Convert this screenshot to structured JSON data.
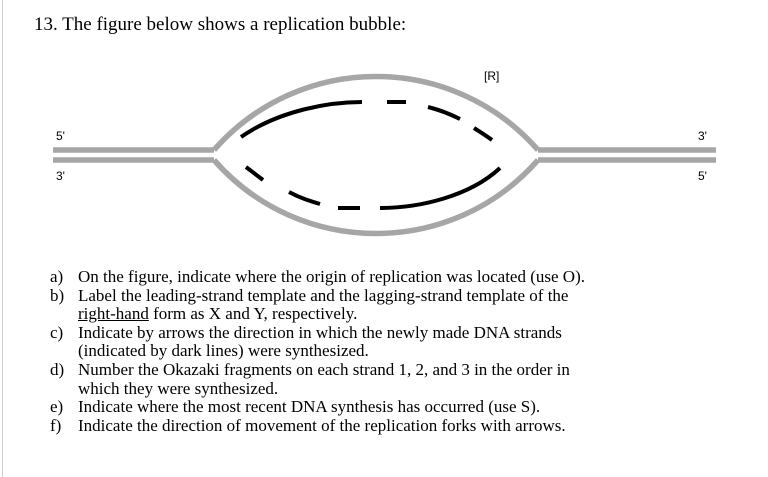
{
  "question": {
    "title": "13. The figure below shows a replication bubble:"
  },
  "figure": {
    "label_top": "[R]",
    "left_top_strand_end": "5'",
    "left_bottom_strand_end": "3'",
    "right_top_strand_end": "3'",
    "right_bottom_strand_end": "5'",
    "template_color": "#a6a6a6",
    "new_strand_color": "#000000"
  },
  "parts": {
    "a": {
      "letter": "a)",
      "line1": "On the figure, indicate where the origin of replication was located (use O)."
    },
    "b": {
      "letter": "b)",
      "line1": "Label the leading-strand template and the lagging-strand template of the",
      "line2_underlined": "right-hand",
      "line2_rest": " form as X and Y, respectively."
    },
    "c": {
      "letter": "c)",
      "line1": "Indicate by arrows the direction in which the newly made DNA strands",
      "line2": "(indicated by dark lines) were synthesized."
    },
    "d": {
      "letter": "d)",
      "line1": "Number the Okazaki fragments on each strand 1, 2, and 3 in the order in",
      "line2": "which they were synthesized."
    },
    "e": {
      "letter": "e)",
      "line1": "Indicate where the most recent DNA synthesis has occurred (use S)."
    },
    "f": {
      "letter": "f)",
      "line1": "Indicate the direction of movement of the replication forks with arrows."
    }
  }
}
